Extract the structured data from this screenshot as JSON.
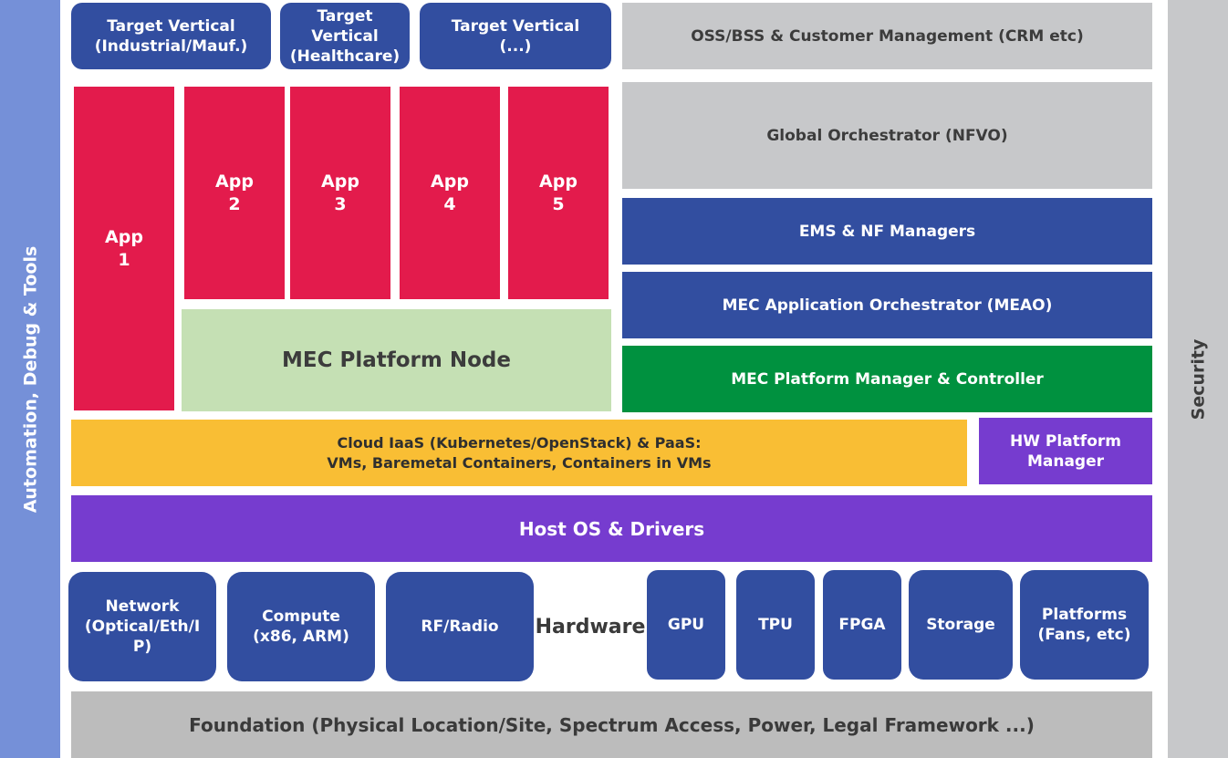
{
  "side_left": "Automation, Debug & Tools",
  "side_right": "Security",
  "verticals": [
    "Target Vertical\n(Industrial/Mauf.)",
    "Target\nVertical\n(Healthcare)",
    "Target Vertical\n(...)"
  ],
  "oss": "OSS/BSS & Customer Management (CRM etc)",
  "nfvo": "Global Orchestrator (NFVO)",
  "ems": "EMS & NF Managers",
  "meao": "MEC Application Orchestrator (MEAO)",
  "mepm": "MEC Platform Manager & Controller",
  "apps": [
    "App\n1",
    "App\n2",
    "App\n3",
    "App\n4",
    "App\n5"
  ],
  "platform_node": "MEC Platform Node",
  "cloud": "Cloud IaaS (Kubernetes/OpenStack) & PaaS:\nVMs, Baremetal Containers, Containers in VMs",
  "hw_manager": "HW Platform\nManager",
  "host_os": "Host OS & Drivers",
  "hardware_label": "Hardware",
  "hardware": [
    "Network\n(Optical/Eth/I\nP)",
    "Compute\n(x86, ARM)",
    "RF/Radio",
    "GPU",
    "TPU",
    "FPGA",
    "Storage",
    "Platforms\n(Fans, etc)"
  ],
  "foundation": "Foundation (Physical Location/Site, Spectrum Access, Power, Legal Framework ...)",
  "colors": {
    "blue": "#324ea0",
    "red": "#e31b4c",
    "gray": "#c7c8ca",
    "green": "#00913f",
    "lightgreen": "#c5e0b4",
    "yellow": "#f9be34",
    "purple": "#763ccf",
    "side_blue": "#7590d8"
  }
}
